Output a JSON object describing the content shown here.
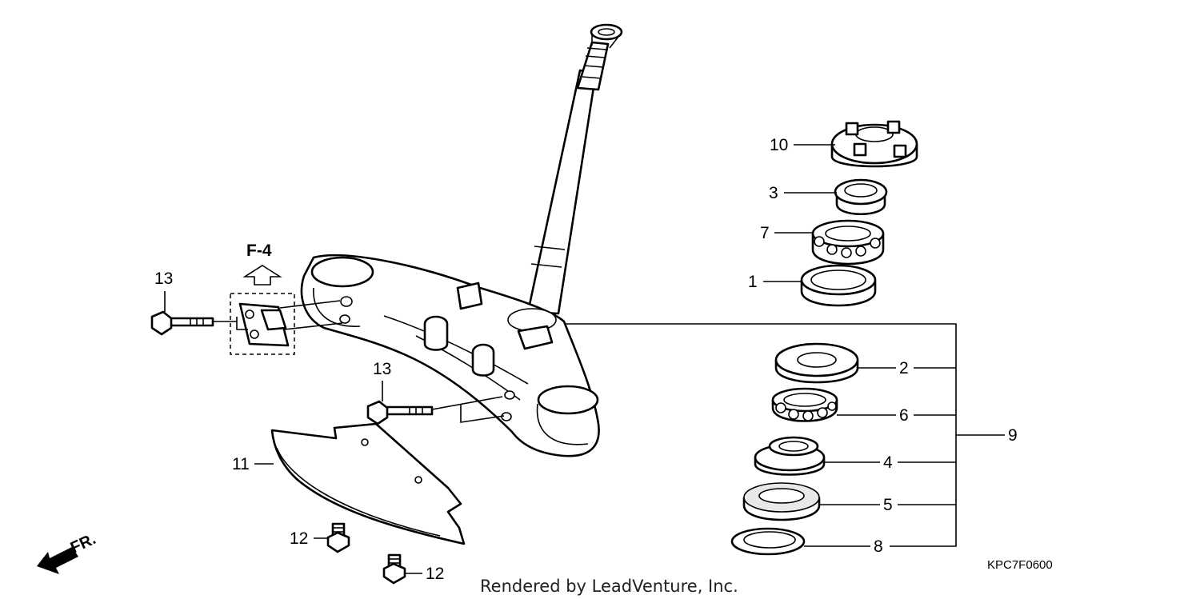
{
  "diagram": {
    "reference": {
      "label": "F-4"
    },
    "callouts": [
      {
        "id": "1",
        "label": "1"
      },
      {
        "id": "2",
        "label": "2"
      },
      {
        "id": "3",
        "label": "3"
      },
      {
        "id": "4",
        "label": "4"
      },
      {
        "id": "5",
        "label": "5"
      },
      {
        "id": "6",
        "label": "6"
      },
      {
        "id": "7",
        "label": "7"
      },
      {
        "id": "8",
        "label": "8"
      },
      {
        "id": "9",
        "label": "9"
      },
      {
        "id": "10",
        "label": "10"
      },
      {
        "id": "11",
        "label": "11"
      },
      {
        "id": "12a",
        "label": "12"
      },
      {
        "id": "12b",
        "label": "12"
      },
      {
        "id": "13a",
        "label": "13"
      },
      {
        "id": "13b",
        "label": "13"
      }
    ],
    "direction": {
      "label": "FR."
    },
    "diagram_code": "KPC7F0600",
    "credit": "Rendered by LeadVenture, Inc."
  }
}
